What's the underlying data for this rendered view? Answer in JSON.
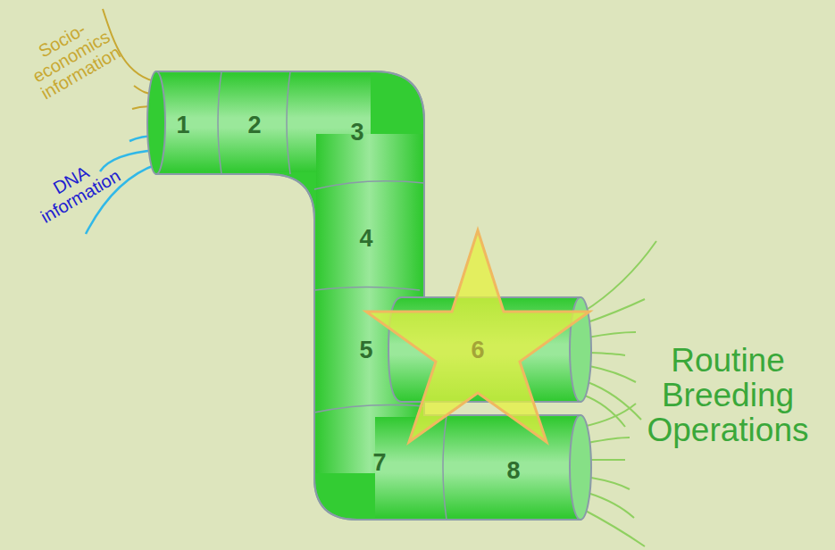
{
  "diagram": {
    "nodes": [
      {
        "text": [
          "1"
        ]
      },
      {
        "text": [
          "2"
        ]
      },
      {
        "text": [
          "3"
        ]
      },
      {
        "text": [
          "4"
        ]
      },
      {
        "text": [
          "5"
        ]
      },
      {
        "text": [
          "6"
        ]
      },
      {
        "text": [
          "7"
        ]
      },
      {
        "text": [
          "8"
        ]
      }
    ],
    "labels": [
      "Socio- economics information",
      "DNA information",
      "Routine Breeding Operations"
    ]
  }
}
